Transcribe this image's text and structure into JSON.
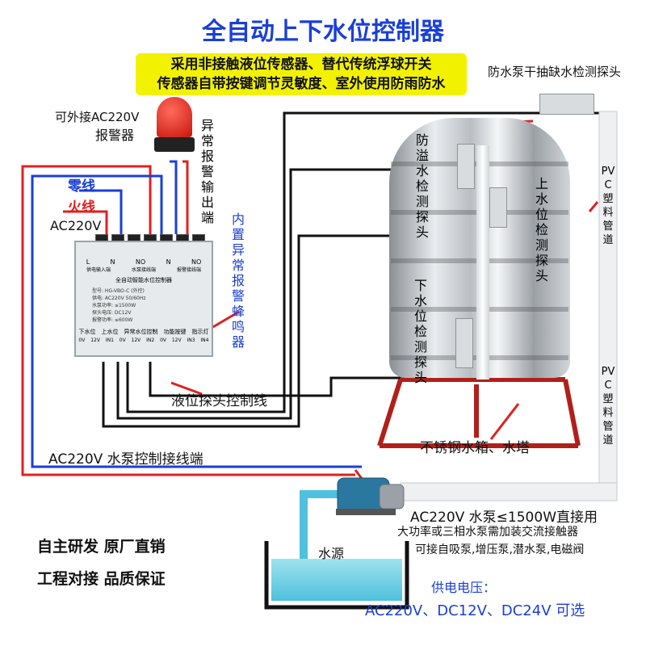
{
  "title": "全自动上下水位控制器",
  "banner": {
    "line1": "采用非接触液位传感器、替代传统浮球开关",
    "line2": "传感器自带按键调节灵敏度、室外使用防雨防水"
  },
  "labels": {
    "alarm_ext_1": "可外接AC220V",
    "alarm_ext_2": "报警器",
    "abnormal_output": "异常报警输出端",
    "neutral": "零线",
    "live": "火线",
    "ac220v": "AC220V",
    "buzzer": "内置异常报警蜂鸣器",
    "dry_run_sensor": "防水泵干抽缺水检测探头",
    "overflow_sensor": "防溢水检测探头",
    "upper_sensor": "上水位检测探头",
    "lower_sensor": "下水位检测探头",
    "pvc_pipe_1": "PVC塑料管道",
    "pvc_pipe_2": "PVC塑料管道",
    "probe_wire": "液位探头控制线",
    "tank": "不锈钢水箱、水塔",
    "pump_terminal": "AC220V 水泵控制接线端",
    "pump_spec": "AC220V 水泵≤1500W直接用",
    "pump_note1": "大功率或三相水泵需加装交流接触器",
    "pump_note2": "可接自吸泵,增压泵,潜水泵,电磁阀",
    "water_source": "水源",
    "supply_title": "供电电压：",
    "supply_values": "AC220V、DC12V、DC24V 可选"
  },
  "footer": {
    "line1": "自主研发  原厂直销",
    "line2": "工程对接  品质保证"
  },
  "controller": {
    "terminal_top": [
      "L",
      "N",
      "NO",
      "N",
      "NO"
    ],
    "groups_top": [
      "供电输入端",
      "水泵接线端",
      "报警接线端"
    ],
    "name": "全自动智能水位控制器",
    "specs": [
      "型号: HG-VBO-C (外控)",
      "供电: AC220V 50/60Hz",
      "水泵功率: ≤1500W",
      "探头电压: DC12V",
      "报警功率: ≤600W"
    ],
    "bottom_groups": [
      "下水位",
      "上水位",
      "异常水位控制",
      "功能按键",
      "指示灯"
    ],
    "bottom_pins": [
      "0V",
      "12V",
      "IN1",
      "0V",
      "12V",
      "IN2",
      "0V",
      "12V",
      "IN3",
      "IN4"
    ]
  },
  "colors": {
    "title_blue": "#1a3fd8",
    "banner_yellow": "#f2f200",
    "wire_red": "#e02020",
    "wire_blue": "#1a3fd8",
    "arrow_red": "#e02020"
  }
}
